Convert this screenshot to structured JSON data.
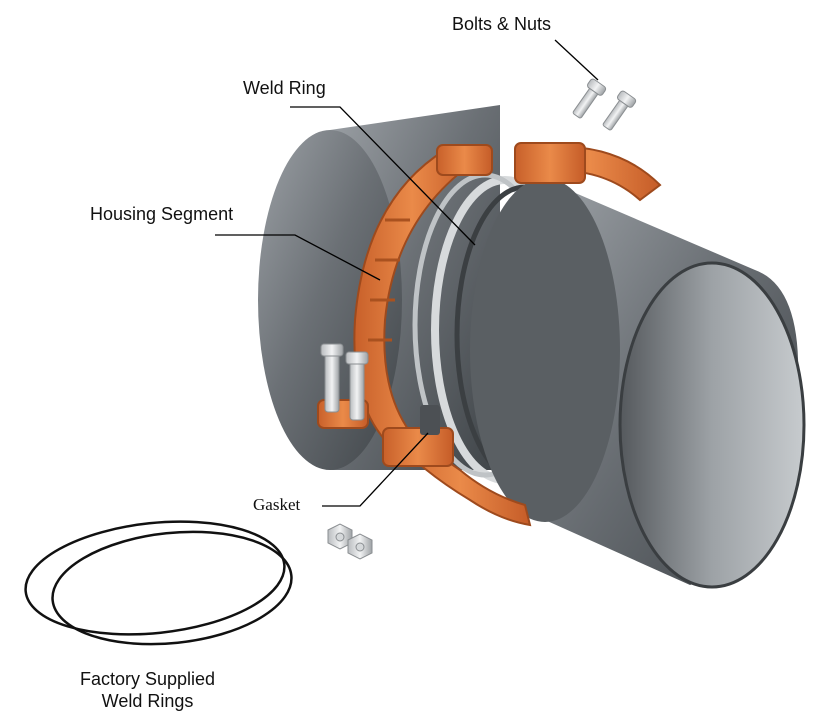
{
  "labels": {
    "bolts_nuts": "Bolts & Nuts",
    "weld_ring": "Weld Ring",
    "housing_segment": "Housing Segment",
    "gasket": "Gasket",
    "factory_line1": "Factory Supplied",
    "factory_line2": "Weld Rings"
  },
  "colors": {
    "housing": "#e07a3a",
    "pipe": "#6f7478",
    "leader": "#000000"
  }
}
